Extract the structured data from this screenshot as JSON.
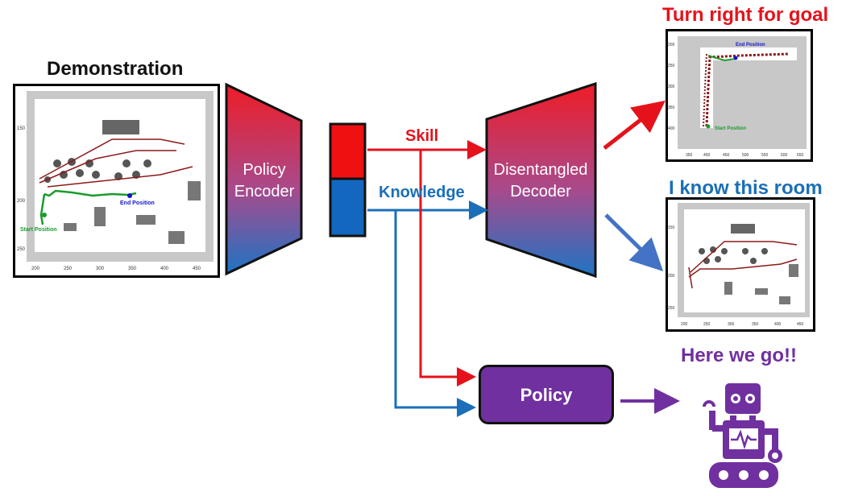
{
  "titles": {
    "demonstration": "Demonstration",
    "turn_right": "Turn right for goal",
    "know_room": "I know this room",
    "here_we_go": "Here we go!!"
  },
  "encoder": {
    "label": "Policy Encoder"
  },
  "decoder": {
    "label": "Disentangled Decoder"
  },
  "edges": {
    "skill": "Skill",
    "knowledge": "Knowledge"
  },
  "policy": {
    "label": "Policy"
  },
  "demo_map": {
    "start_label": "Start Position",
    "end_label": "End Position",
    "x_ticks": [
      "200",
      "250",
      "300",
      "350",
      "400",
      "450"
    ],
    "y_ticks": [
      "150",
      "200",
      "250"
    ]
  },
  "goal_map": {
    "start_label": "Start Position",
    "end_label": "End Position",
    "x_ticks": [
      "350",
      "400",
      "450",
      "500",
      "550",
      "600",
      "650"
    ],
    "y_ticks": [
      "200",
      "250",
      "300",
      "350",
      "400"
    ]
  },
  "room_map": {
    "x_ticks": [
      "200",
      "250",
      "300",
      "350",
      "400",
      "450"
    ],
    "y_ticks": [
      "150",
      "200",
      "250"
    ]
  },
  "colors": {
    "red": "#e5121b",
    "blue": "#1a6fb8",
    "purple": "#7030a0",
    "path_green": "#1a9b2b",
    "end_blue": "#1414c8"
  },
  "icons": {
    "robot": "robot-icon"
  }
}
